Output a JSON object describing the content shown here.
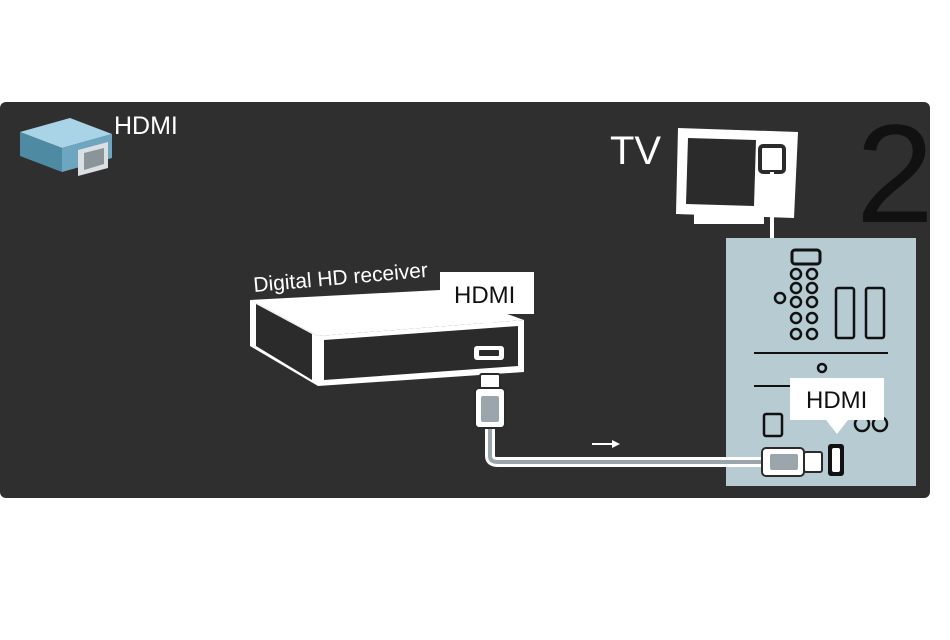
{
  "legend": {
    "connector_label": "HDMI",
    "icon": "hdmi-connector-icon"
  },
  "tv": {
    "label": "TV",
    "icon": "tv-icon"
  },
  "step": {
    "number": "2"
  },
  "receiver": {
    "label": "Digital HD receiver",
    "port_label": "HDMI"
  },
  "tv_panel": {
    "port_label": "HDMI"
  },
  "colors": {
    "background": "#2f2f2f",
    "panel": "#b7cbd3",
    "label_box": "#ffffff",
    "text_light": "#ffffff",
    "text_dark": "#111111"
  }
}
